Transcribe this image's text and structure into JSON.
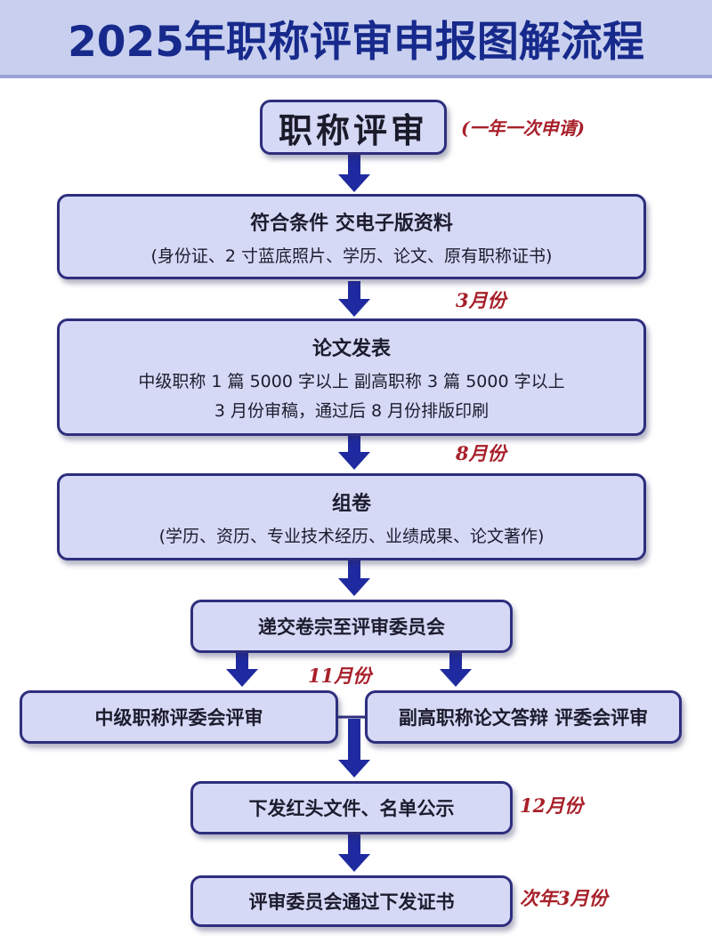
{
  "title": "2025年职称评审申报图解流程",
  "colors": {
    "title_bar": "#c9d0ef",
    "title_text": "#172a8c",
    "box_fill": "#d6d9f6",
    "box_border": "#2e2e7e",
    "arrow": "#1f2aa0",
    "note_text": "#a8202a"
  },
  "nodes": {
    "start": {
      "title": "职称评审",
      "note": "(一年一次申请)"
    },
    "submit_materials": {
      "title": "符合条件 交电子版资料",
      "detail": "(身份证、2 寸蓝底照片、学历、论文、原有职称证书)"
    },
    "publish_paper": {
      "title": "论文发表",
      "detail_1": "中级职称 1 篇 5000 字以上 副高职称 3 篇 5000 字以上",
      "detail_2": "3 月份审稿，通过后 8 月份排版印刷"
    },
    "compile_dossier": {
      "title": "组卷",
      "detail": "(学历、资历、专业技术经历、业绩成果、论文著作)"
    },
    "submit_committee": {
      "title": "递交卷宗至评审委员会"
    },
    "intermediate_review": {
      "title": "中级职称评委会评审"
    },
    "senior_review": {
      "title": "副高职称论文答辩 评委会评审"
    },
    "publish_list": {
      "title": "下发红头文件、名单公示"
    },
    "issue_certificate": {
      "title": "评审委员会通过下发证书"
    }
  },
  "timeline": {
    "after_materials": "3月份",
    "after_paper": "8月份",
    "review": "11月份",
    "publicity": "12月份",
    "certificate": "次年3月份"
  }
}
